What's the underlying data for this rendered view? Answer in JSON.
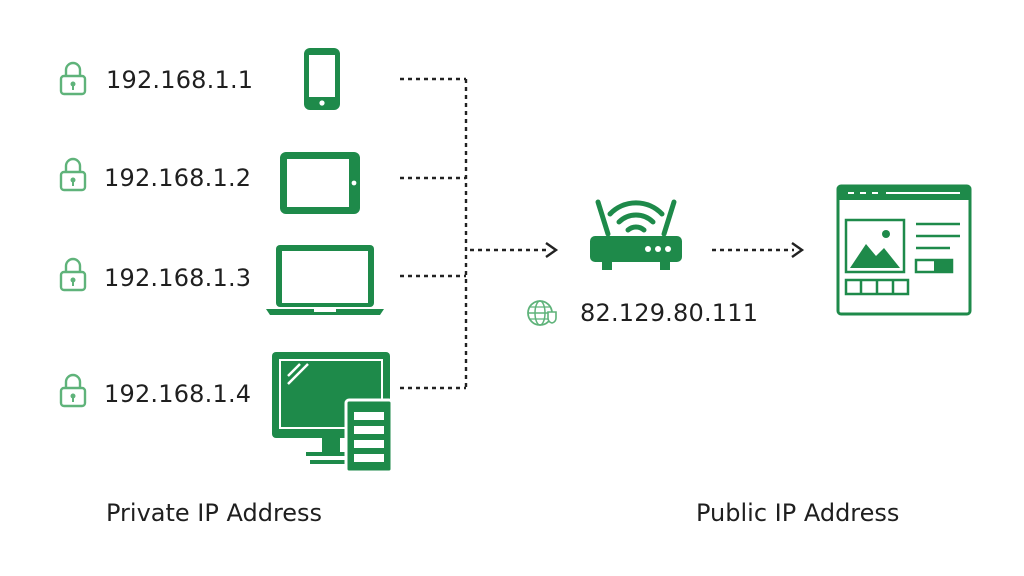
{
  "diagram": {
    "private_devices": [
      {
        "device": "smartphone-icon",
        "ip": "192.168.1.1"
      },
      {
        "device": "tablet-icon",
        "ip": "192.168.1.2"
      },
      {
        "device": "laptop-icon",
        "ip": "192.168.1.3"
      },
      {
        "device": "desktop-computer-icon",
        "ip": "192.168.1.4"
      }
    ],
    "router": {
      "icon": "wifi-router-icon",
      "public_ip": "82.129.80.111",
      "globe_icon": "globe-icon"
    },
    "destination": {
      "icon": "webpage-icon"
    },
    "labels": {
      "private": "Private IP Address",
      "public": "Public IP Address"
    },
    "colors": {
      "accent": "#1e8a4a",
      "accent_light": "#5fb37a",
      "line": "#222222",
      "text": "#1f1f1f"
    }
  }
}
